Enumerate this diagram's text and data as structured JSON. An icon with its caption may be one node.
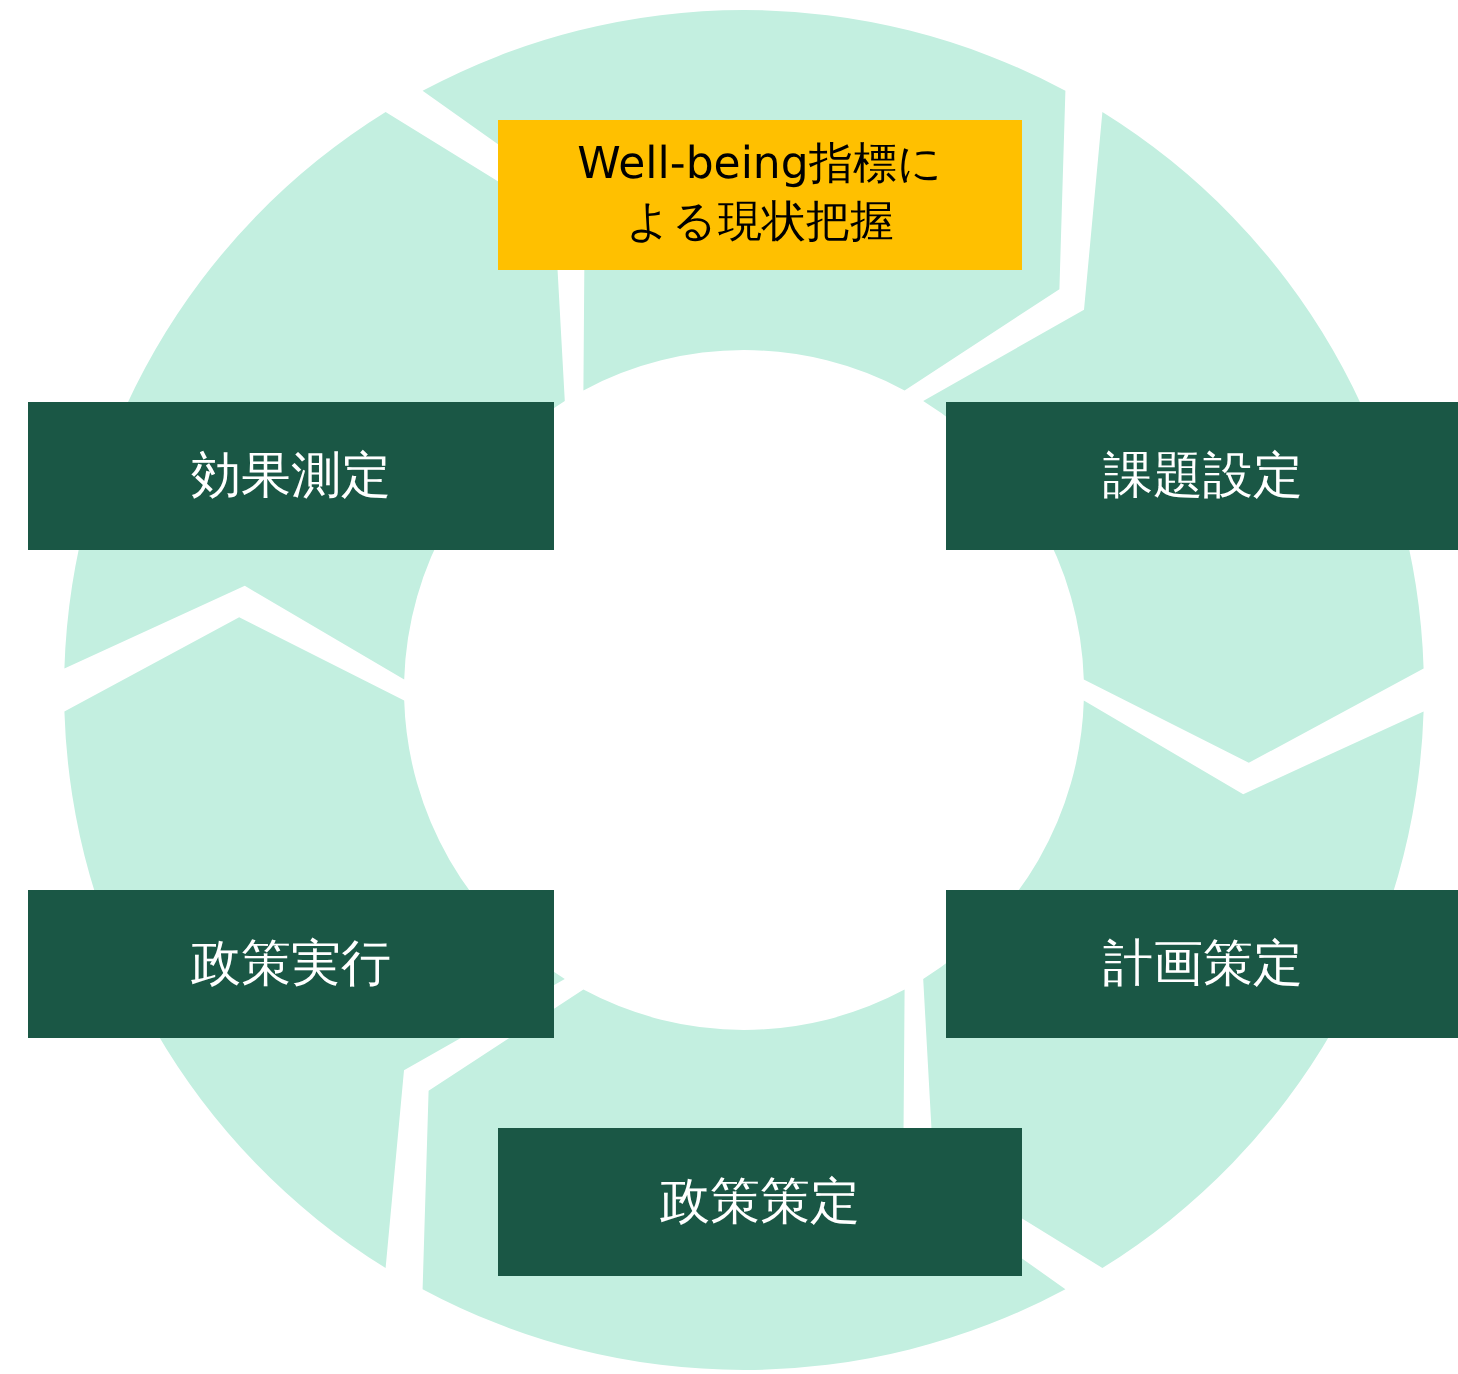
{
  "diagram": {
    "nodes": [
      {
        "text": [
          "Well-being指標による現状把握"
        ]
      },
      {
        "text": [
          "課題設定"
        ]
      },
      {
        "text": [
          "計画策定"
        ]
      },
      {
        "text": [
          "政策策定"
        ]
      },
      {
        "text": [
          "政策実行"
        ]
      },
      {
        "text": [
          "効果測定"
        ]
      }
    ]
  }
}
